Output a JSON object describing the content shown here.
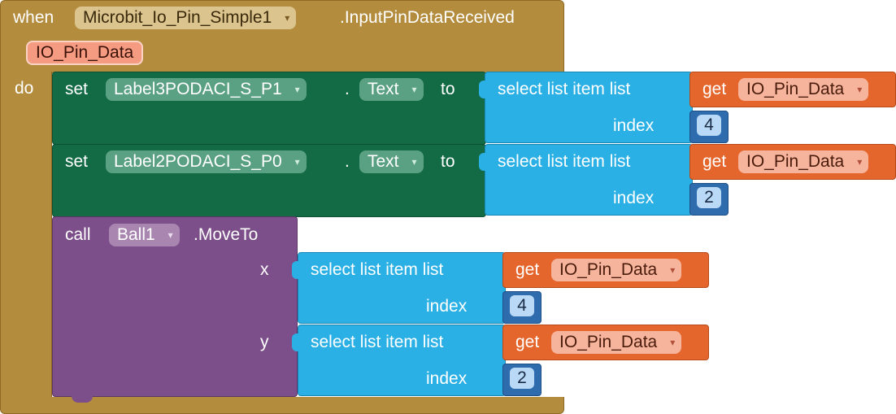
{
  "event": {
    "when_label": "when",
    "component": "Microbit_Io_Pin_Simple1",
    "event_name": ".InputPinDataReceived",
    "param": "IO_Pin_Data",
    "do_label": "do"
  },
  "set_blocks": [
    {
      "set_label": "set",
      "component": "Label3PODACI_S_P1",
      "dot": ".",
      "property": "Text",
      "to_label": "to",
      "select_label": "select list item  list",
      "get_label": "get",
      "get_var": "IO_Pin_Data",
      "index_label": "index",
      "index_value": "4"
    },
    {
      "set_label": "set",
      "component": "Label2PODACI_S_P0",
      "dot": ".",
      "property": "Text",
      "to_label": "to",
      "select_label": "select list item  list",
      "get_label": "get",
      "get_var": "IO_Pin_Data",
      "index_label": "index",
      "index_value": "2"
    }
  ],
  "call_block": {
    "call_label": "call",
    "component": "Ball1",
    "method": ".MoveTo",
    "args": [
      {
        "name": "x",
        "select_label": "select list item  list",
        "get_label": "get",
        "get_var": "IO_Pin_Data",
        "index_label": "index",
        "index_value": "4"
      },
      {
        "name": "y",
        "select_label": "select list item  list",
        "get_label": "get",
        "get_var": "IO_Pin_Data",
        "index_label": "index",
        "index_value": "2"
      }
    ]
  },
  "dropdown_arrow": "▾",
  "colors": {
    "event": "#b48c3e",
    "set": "#136b46",
    "list": "#2ab0e5",
    "variable": "#e5662c",
    "number": "#2f6cae",
    "call": "#7d4f8a"
  }
}
